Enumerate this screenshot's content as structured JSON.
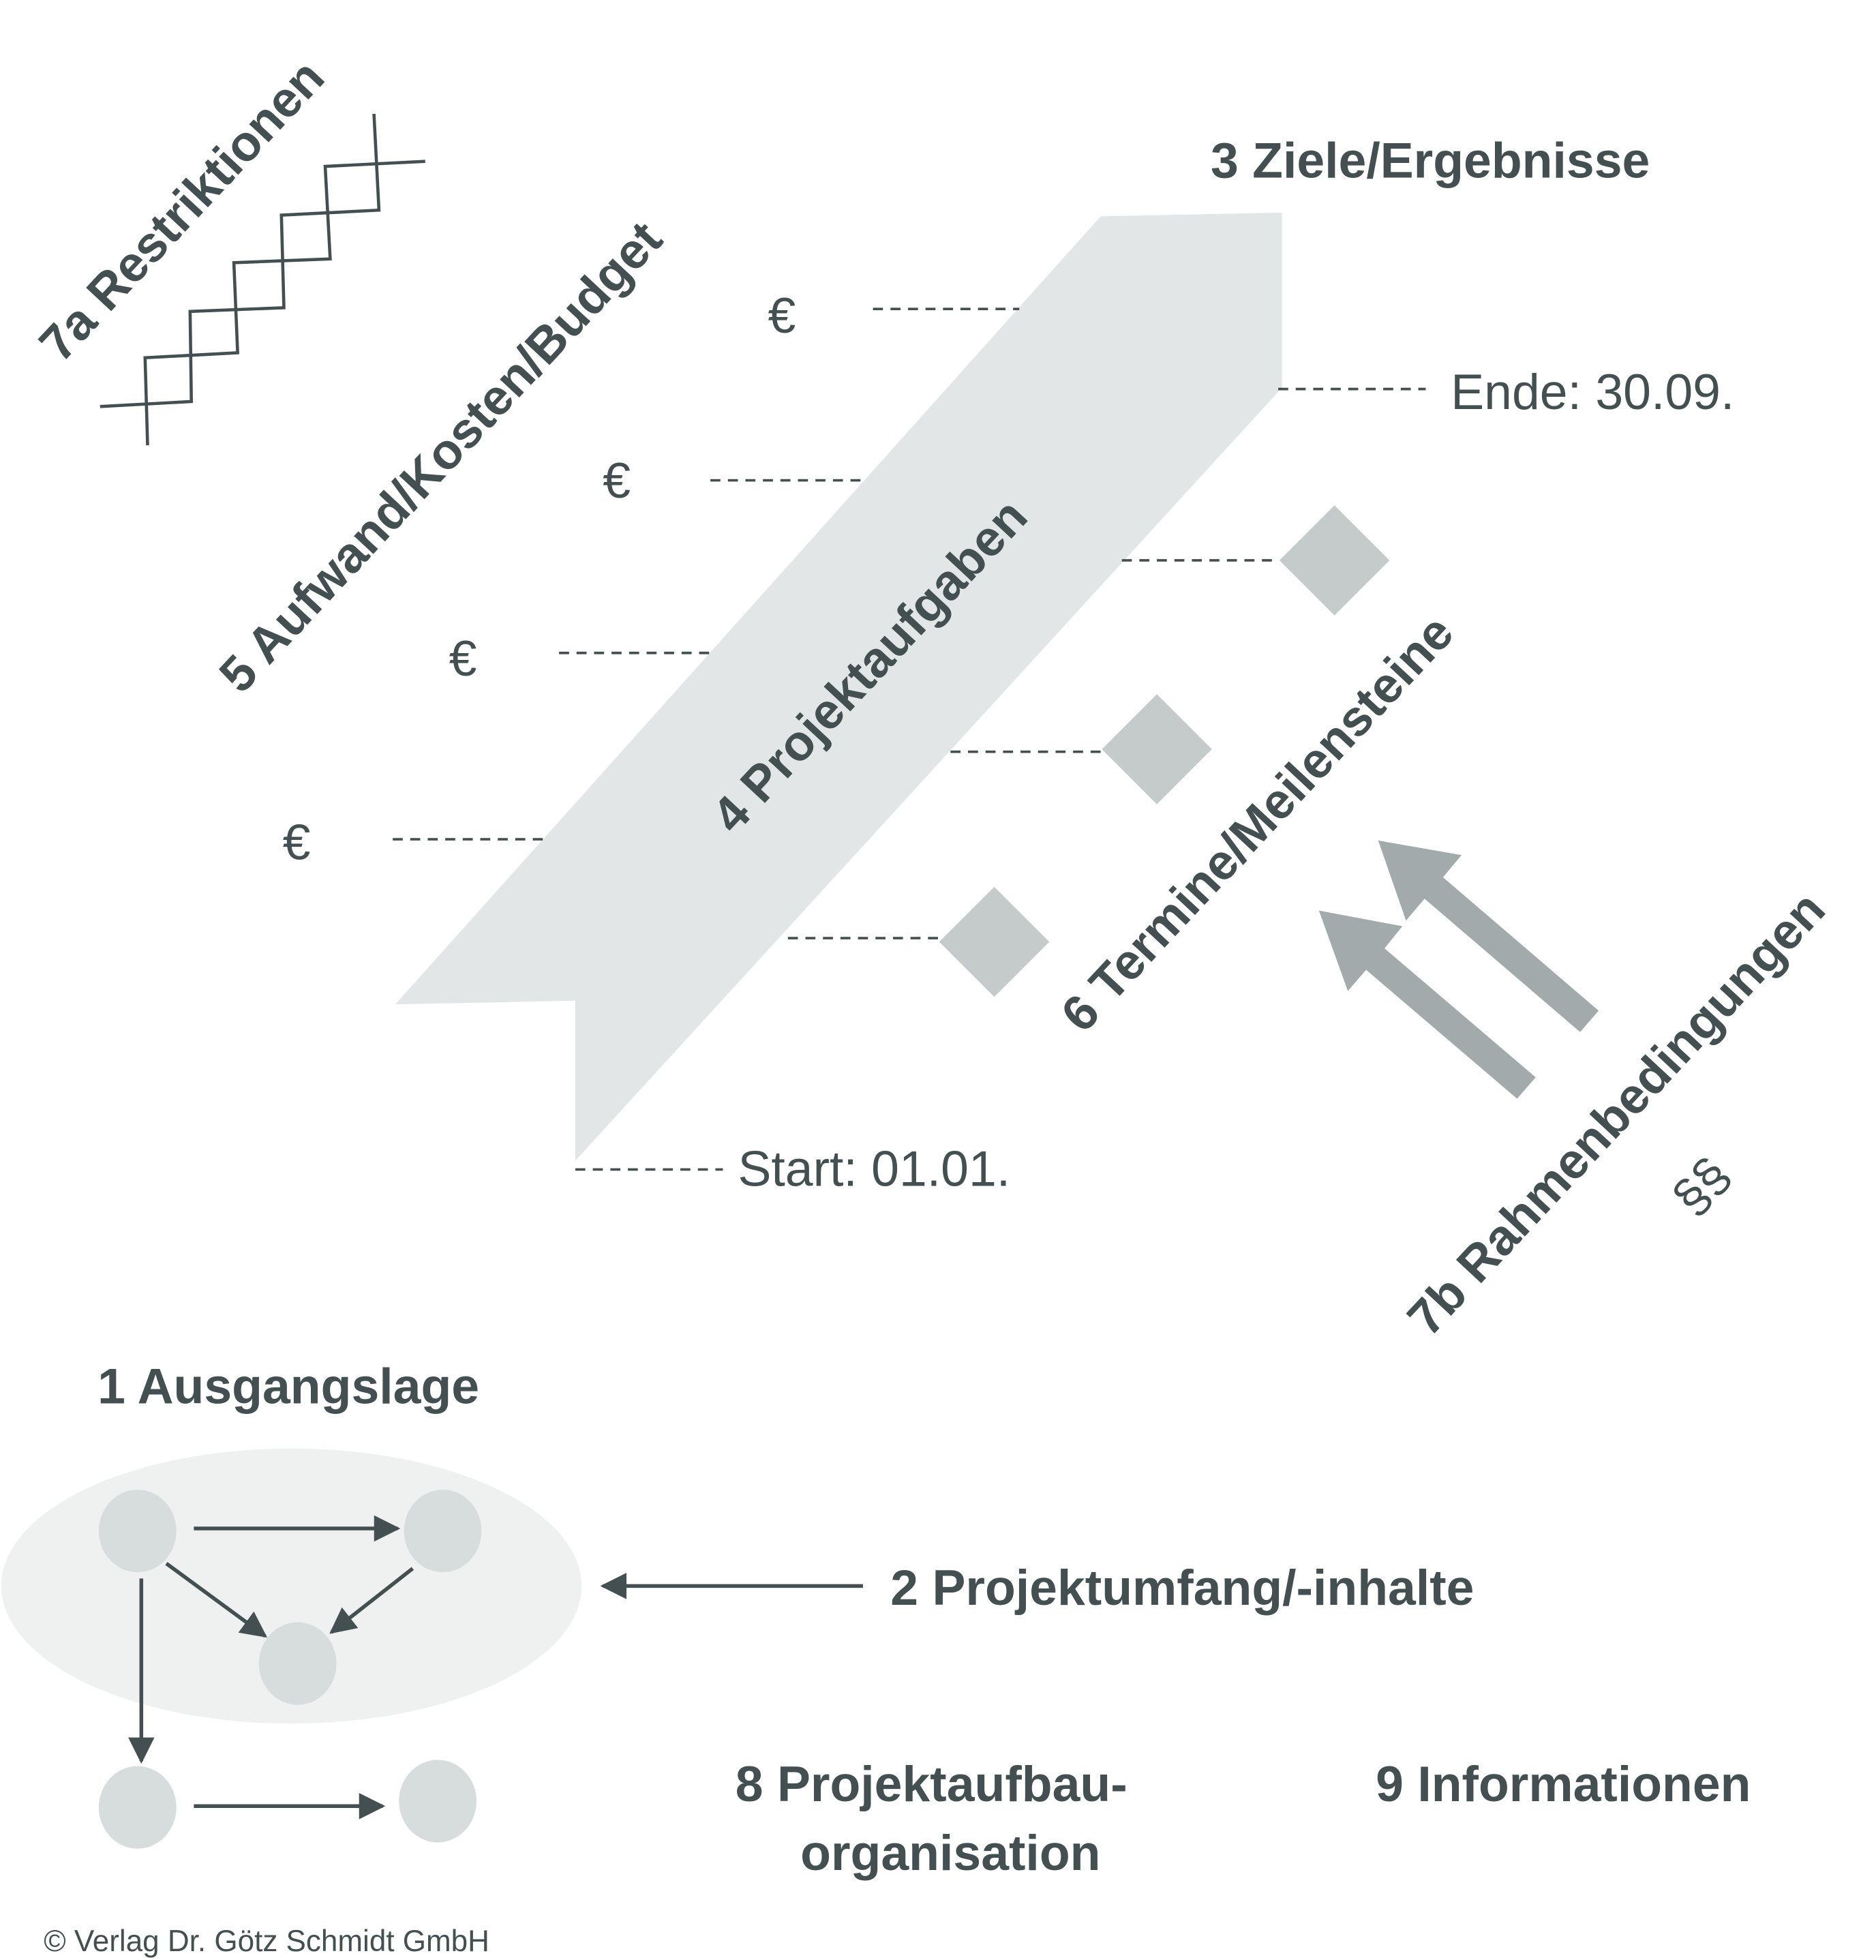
{
  "labels": {
    "restrictions": "7a  Restriktionen",
    "budget": "5  Aufwand/Kosten/Budget",
    "tasks": "4  Projektaufgaben",
    "goals": "3  Ziele/Ergebnisse",
    "milestones": "6  Termine/Meilensteine",
    "conditions": "7b  Rahmenbedingungen",
    "paragraphs": "§§",
    "initial": "1  Ausgangslage",
    "scope": "2  Projektumfang/-inhalte",
    "org_line1": "8  Projektaufbau-",
    "org_line2": "organisation",
    "info": "9  Informationen",
    "end": "Ende: 30.09.",
    "start": "Start: 01.01.",
    "euro": "€",
    "copyright": "© Verlag Dr. Götz Schmidt GmbH"
  },
  "colors": {
    "text": "#434f50",
    "ribbon": "#e3e6e7",
    "diamond": "#c5cbcb",
    "big_arrow": "#a2aaab",
    "ellipse": "#eff1f0",
    "node": "#d7dcdc"
  }
}
